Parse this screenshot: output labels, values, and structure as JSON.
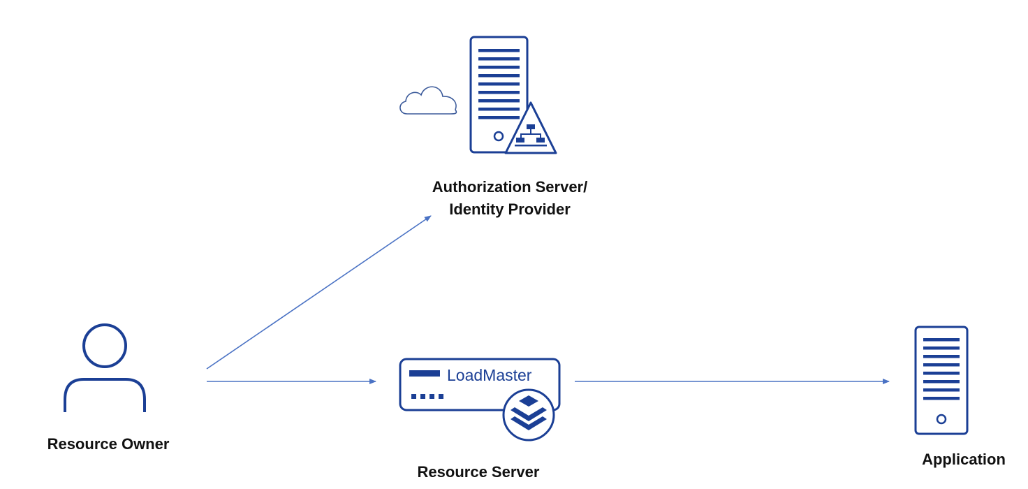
{
  "colors": {
    "primary": "#1b3f95",
    "arrow": "#4a72c4",
    "cloud": "#3b5a9a",
    "label": "#111111",
    "background": "#ffffff"
  },
  "nodes": {
    "authorization_server": {
      "label_line1": "Authorization Server/",
      "label_line2": "Identity Provider",
      "icons": [
        "cloud-icon",
        "server-tower-icon",
        "network-warning-icon"
      ]
    },
    "resource_owner": {
      "label": "Resource Owner",
      "icons": [
        "user-icon"
      ]
    },
    "resource_server": {
      "device_text": "LoadMaster",
      "label": "Resource Server",
      "icons": [
        "loadmaster-appliance-icon",
        "layers-badge-icon"
      ]
    },
    "application": {
      "label": "Application",
      "icons": [
        "server-tower-icon"
      ]
    }
  },
  "edges": [
    {
      "from": "resource_owner",
      "to": "authorization_server"
    },
    {
      "from": "resource_owner",
      "to": "resource_server"
    },
    {
      "from": "resource_server",
      "to": "application"
    }
  ]
}
